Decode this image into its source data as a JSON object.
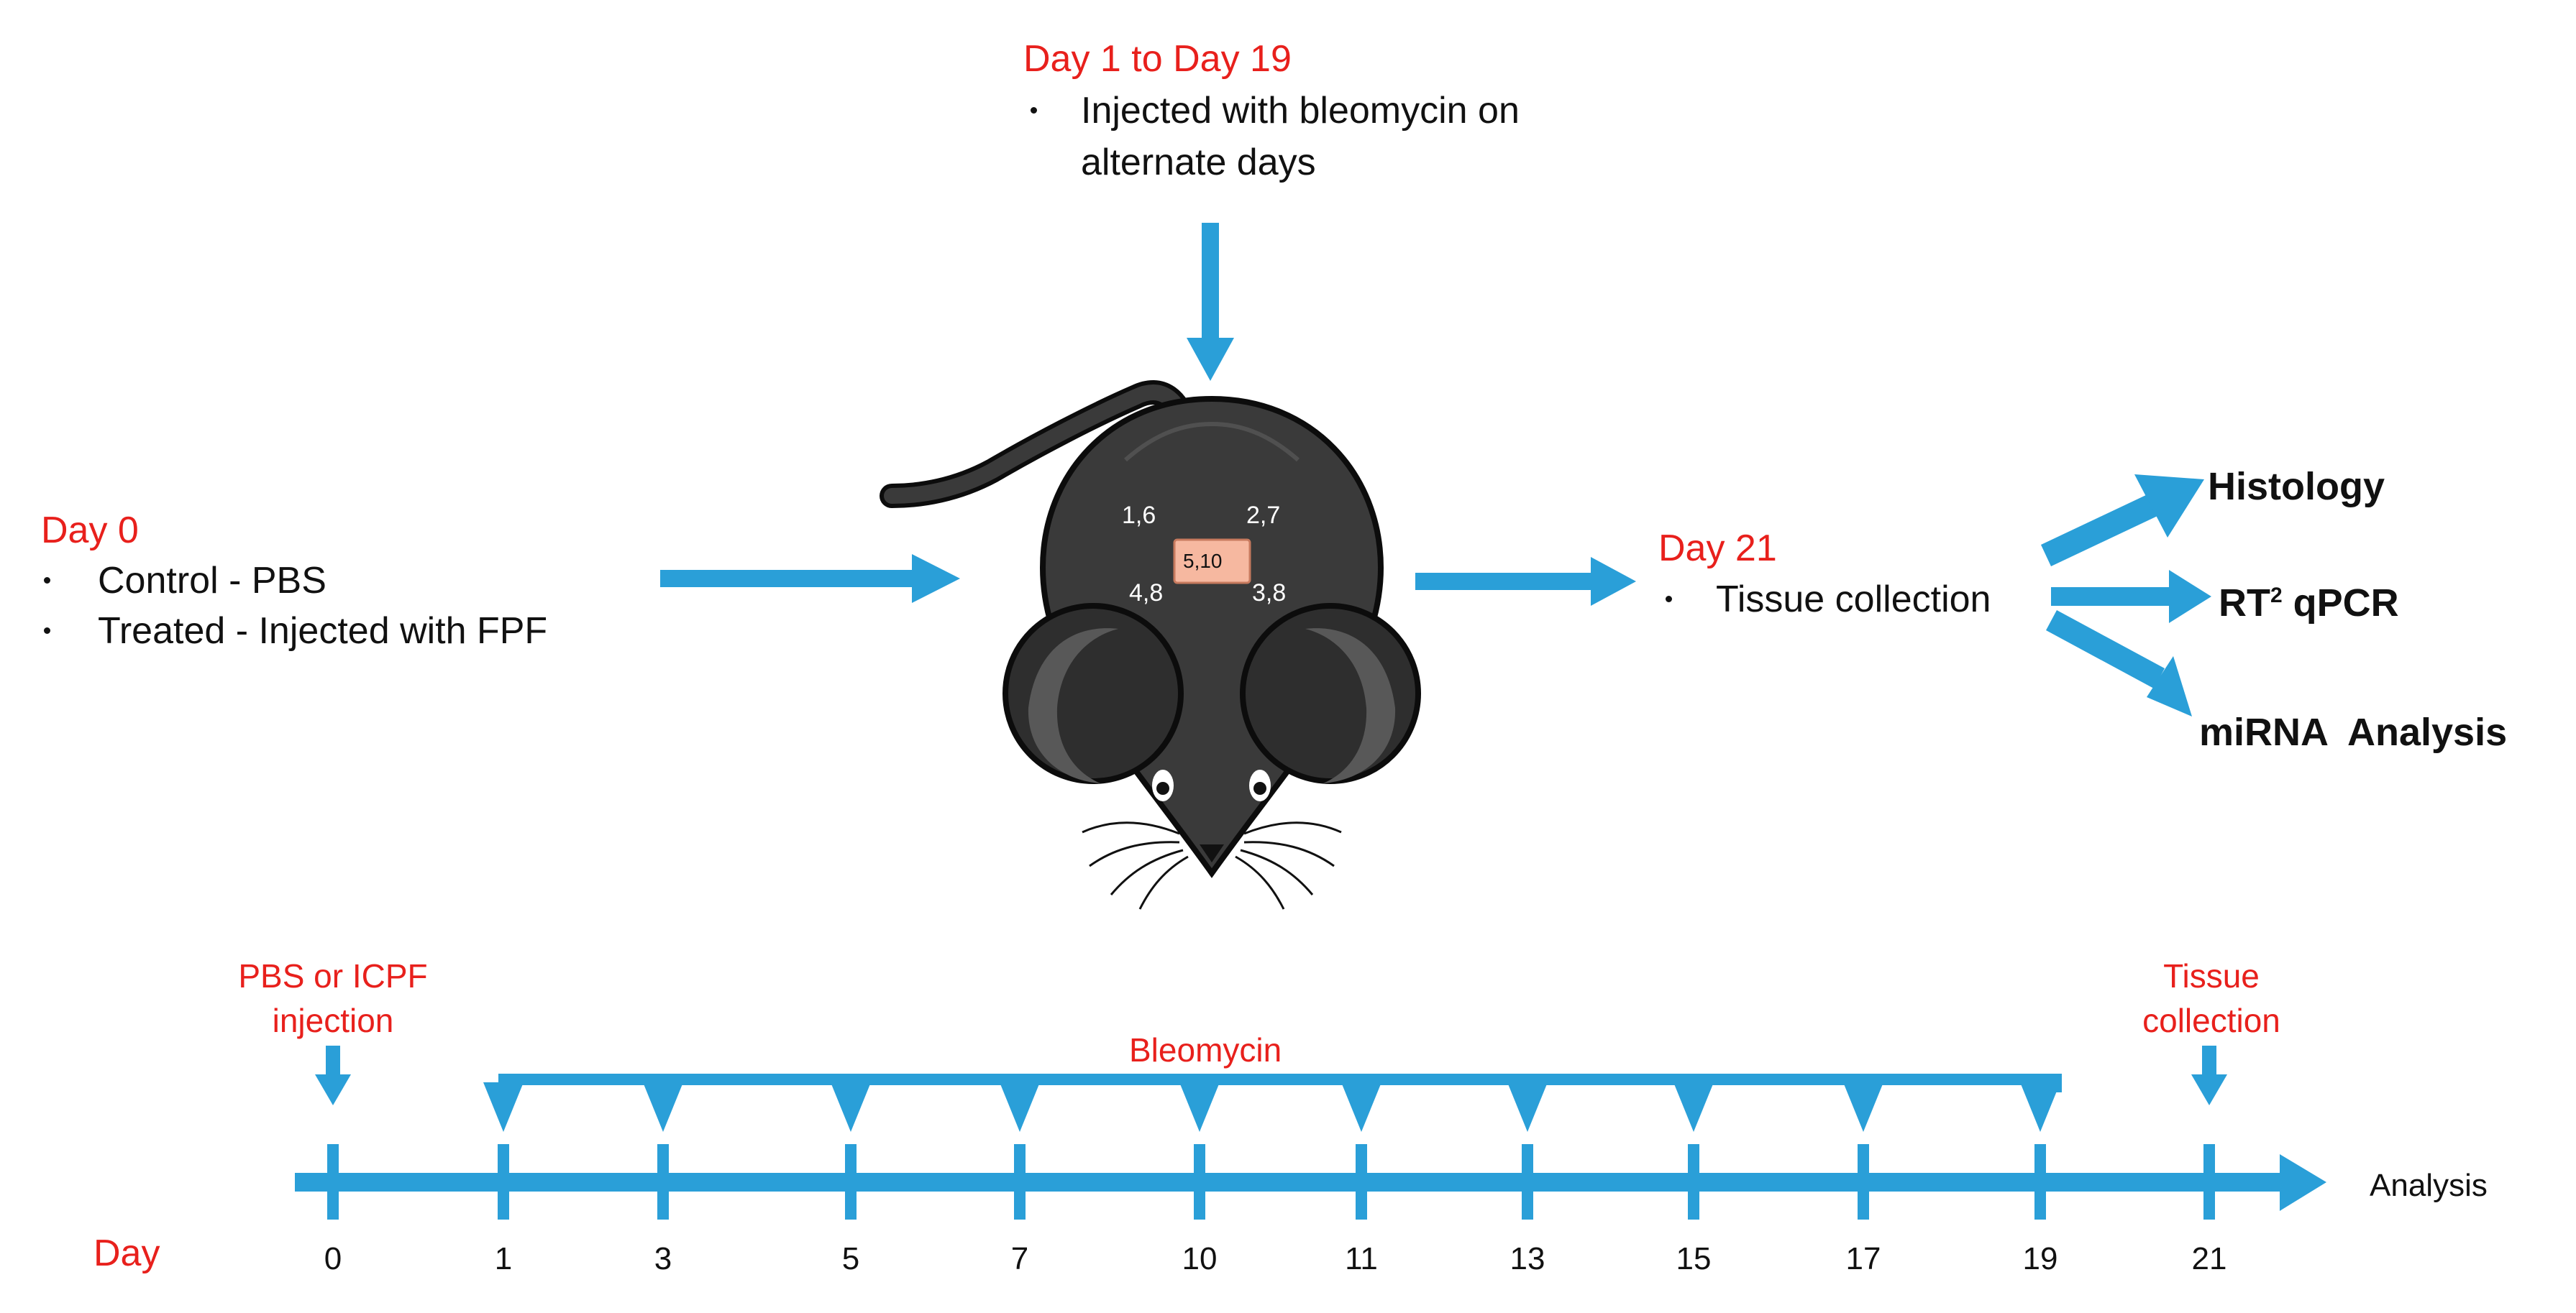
{
  "colors": {
    "accent": "#2a9fd8",
    "highlight_text": "#e8201c",
    "text": "#111111",
    "mouse_body": "#3a3a3a",
    "dose_box": "#f6b8a0"
  },
  "top_block": {
    "heading": "Day 1 to Day 19",
    "bullet_line1": "Injected with bleomycin on",
    "bullet_line2": "alternate days"
  },
  "left_block": {
    "heading": "Day 0",
    "bullet1": "Control - PBS",
    "bullet2": "Treated - Injected with FPF"
  },
  "right_block": {
    "heading": "Day 21",
    "bullet1": "Tissue collection"
  },
  "outcomes": {
    "histology": "Histology",
    "rt_prefix": "RT",
    "rt_sup": "2",
    "rt_suffix": " qPCR",
    "mirna": "miRNA  Analysis"
  },
  "mouse": {
    "icon": "mouse-icon",
    "labels": {
      "top_left": "1,6",
      "top_right": "2,7",
      "bottom_left": "4,8",
      "bottom_right": "3,8",
      "center": "5,10"
    }
  },
  "timeline": {
    "day_label": "Day",
    "end_label": "Analysis",
    "pbs_label_line1": "PBS or ICPF",
    "pbs_label_line2": "injection",
    "bleomycin_label": "Bleomycin",
    "tissue_label_line1": "Tissue",
    "tissue_label_line2": "collection",
    "ticks": [
      "0",
      "1",
      "3",
      "5",
      "7",
      "10",
      "11",
      "13",
      "15",
      "17",
      "19",
      "21"
    ],
    "bleomycin_days": [
      "1",
      "3",
      "5",
      "7",
      "10",
      "11",
      "13",
      "15",
      "17",
      "19"
    ]
  }
}
